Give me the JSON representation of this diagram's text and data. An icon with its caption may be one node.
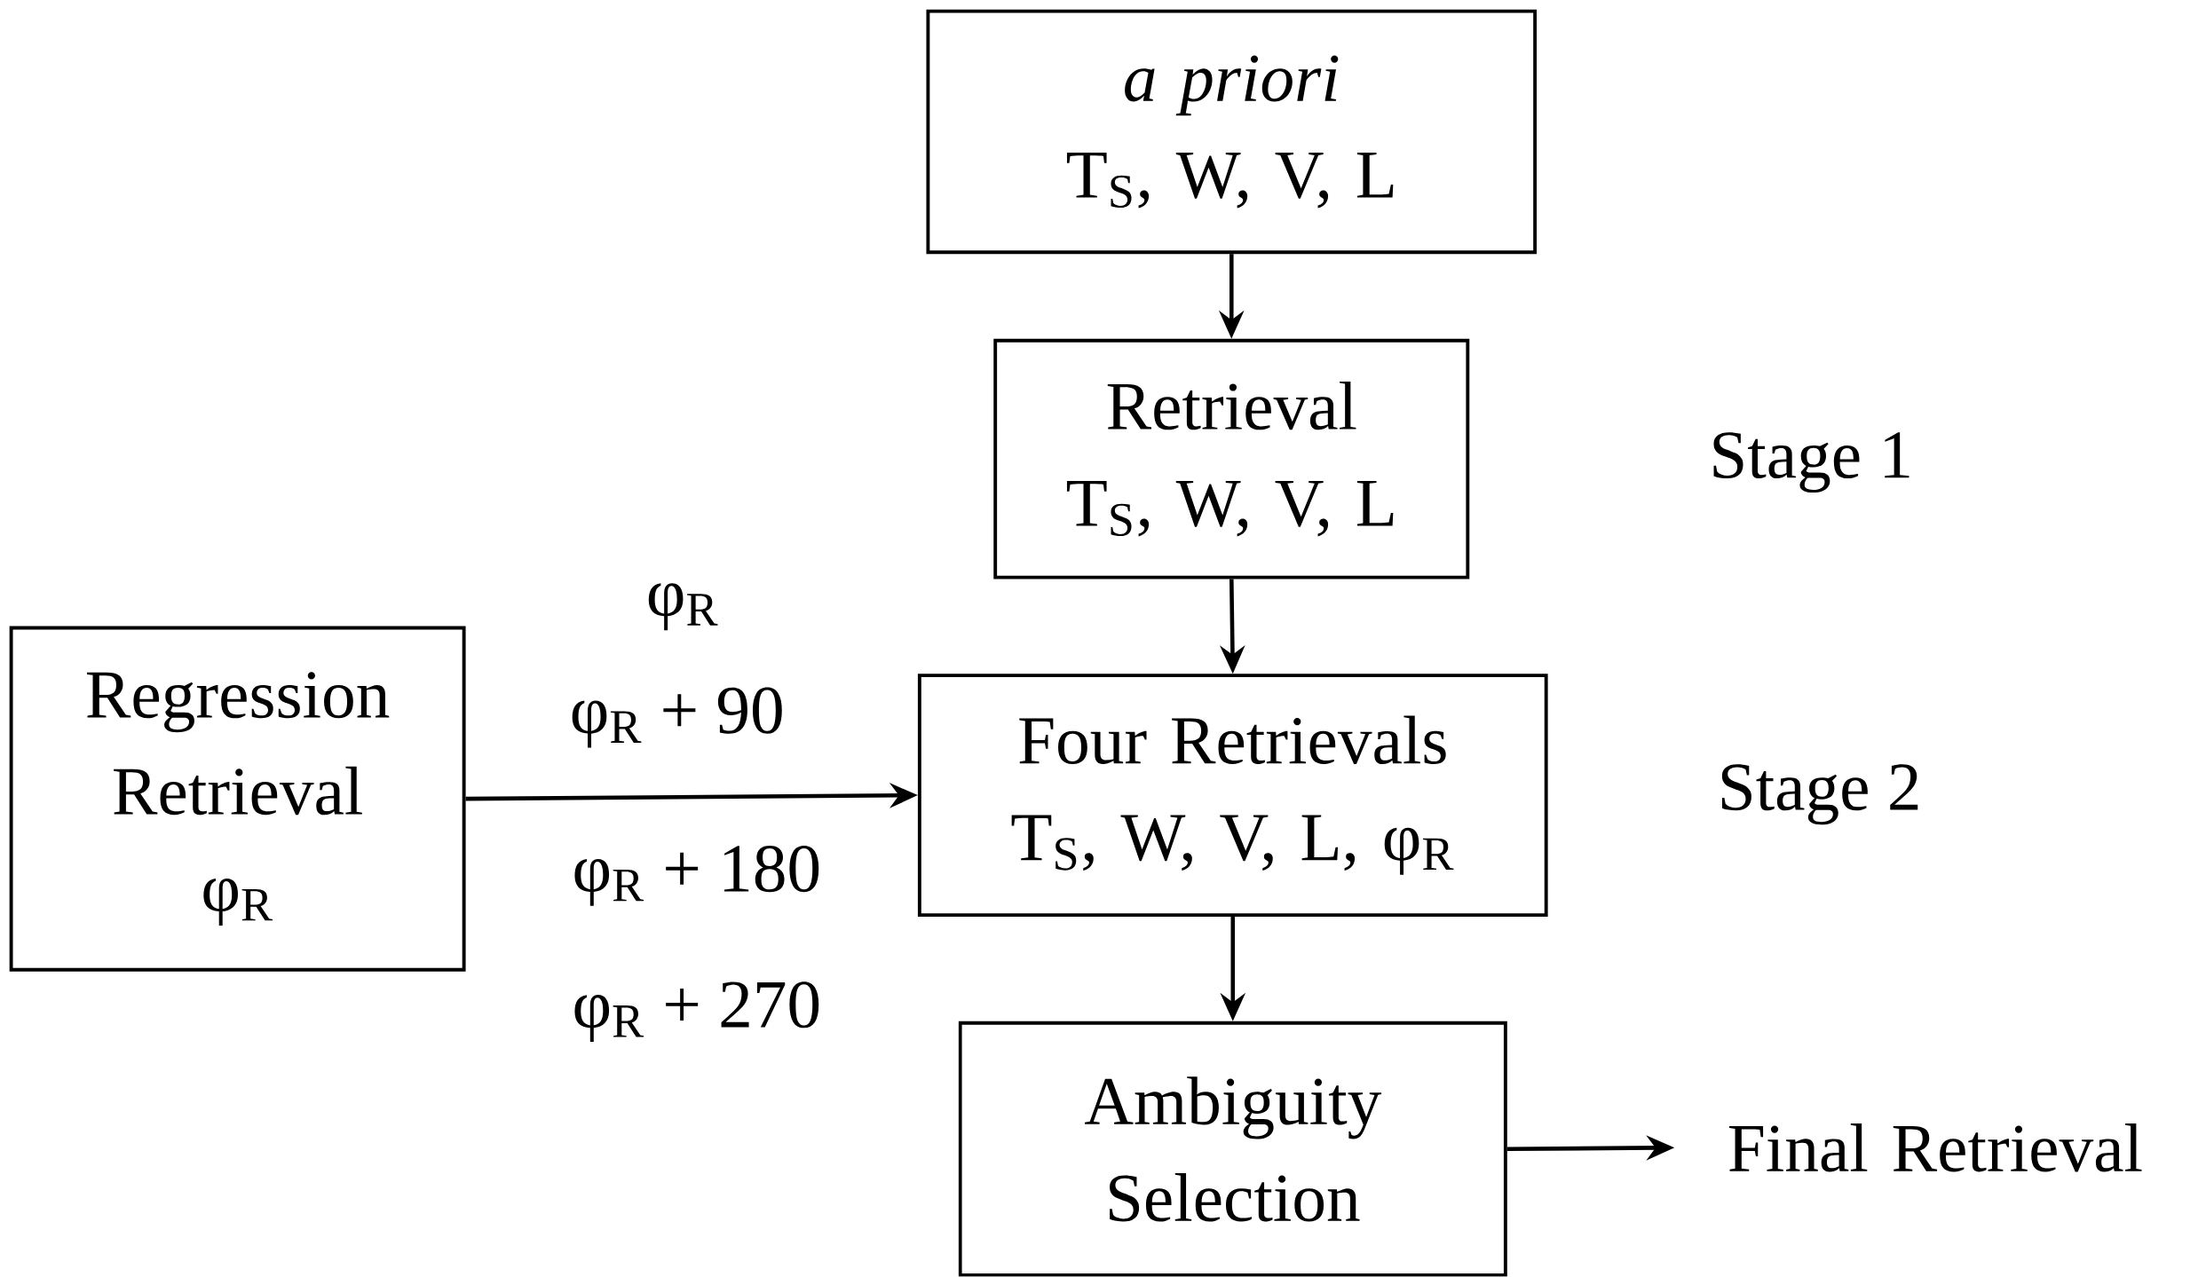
{
  "diagram": {
    "nodes": [
      {
        "text": [
          "a priori",
          "T$_{S}$, W, V, L"
        ]
      },
      {
        "text": [
          "Retrieval",
          "T$_{S}$, W, V, L"
        ]
      },
      {
        "text": [
          "Regression Retrieval",
          "φ$_{R}$"
        ]
      },
      {
        "text": [
          "Four Retrievals",
          "T$_{S}$, W, V, L, φ$_{R}$"
        ]
      },
      {
        "text": [
          "Ambiguity Selection"
        ]
      },
      {
        "text": [
          "Final Retrieval"
        ]
      }
    ],
    "edges": [
      {
        "from": 0,
        "to": 1,
        "arrow": "to"
      },
      {
        "from": 1,
        "to": 3,
        "arrow": "to"
      },
      {
        "from": 2,
        "to": 3,
        "arrow": "to"
      },
      {
        "from": 3,
        "to": 4,
        "arrow": "to"
      },
      {
        "from": 4,
        "to": 5,
        "arrow": "to"
      }
    ],
    "labels": [
      "Stage 1",
      "φ$_{R}$",
      "φ$_{R}$ + 90",
      "Stage 2",
      "φ$_{R}$ + 180",
      "φ$_{R}$ + 270"
    ]
  }
}
